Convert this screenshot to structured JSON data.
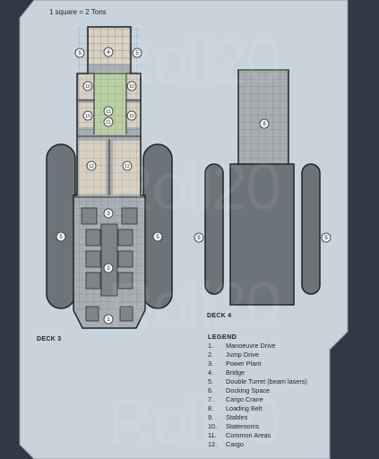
{
  "header": {
    "scale_note": "1 square = 2 Tons"
  },
  "decks": {
    "deck3_label": "DECK 3",
    "deck4_label": "DECK 4"
  },
  "legend": {
    "title": "LEGEND",
    "items": [
      {
        "num": "1.",
        "label": "Manoeuvre Drive"
      },
      {
        "num": "2.",
        "label": "Jump Drive"
      },
      {
        "num": "3.",
        "label": "Power Plant"
      },
      {
        "num": "4.",
        "label": "Bridge"
      },
      {
        "num": "5.",
        "label": "Double Turret (beam lasers)"
      },
      {
        "num": "6.",
        "label": "Docking Space"
      },
      {
        "num": "7.",
        "label": "Cargo Crane"
      },
      {
        "num": "8.",
        "label": "Loading Belt"
      },
      {
        "num": "9.",
        "label": "Stables"
      },
      {
        "num": "10.",
        "label": "Staterooms"
      },
      {
        "num": "11.",
        "label": "Common Areas"
      },
      {
        "num": "12.",
        "label": "Cargo"
      }
    ]
  },
  "map_markers": {
    "m4": "4",
    "m5_left_top": "5",
    "m5_right_top": "5",
    "m10_a": "10",
    "m10_b": "10",
    "m11_a": "11",
    "m11_b": "11",
    "m10_c": "10",
    "m10_d": "10",
    "m12_a": "12",
    "m12_b": "12",
    "m3": "3",
    "m2": "2",
    "m1": "1",
    "m5_d3_left": "5",
    "m5_d3_right": "5",
    "m8": "8",
    "m5_d4_left": "5",
    "m5_d4_right": "5"
  },
  "watermark": {
    "text": "Roll",
    "number": "20"
  },
  "colors": {
    "background": "#2f3a45",
    "panel": "#c9d3dc",
    "hull": "#6d7479",
    "deck": "#a8adb1",
    "common_green": "#b9cfa4",
    "room_beige": "#d9d0c2"
  }
}
